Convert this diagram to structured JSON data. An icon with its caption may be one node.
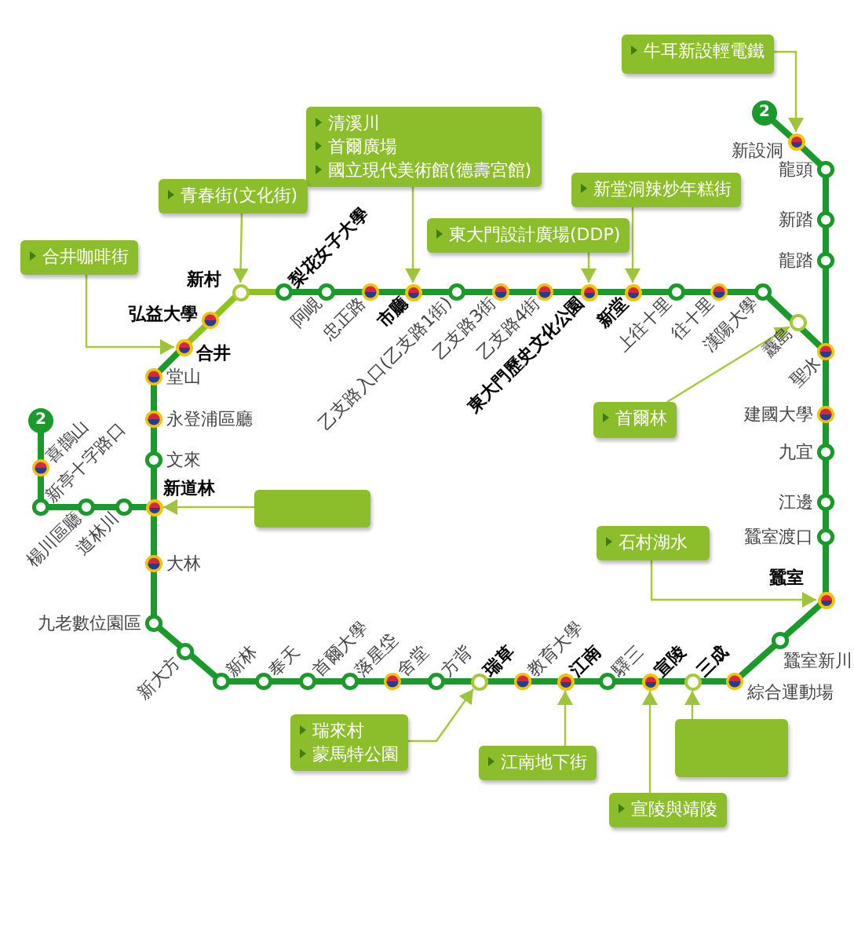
{
  "diagram": {
    "nodes": [
      {
        "text": [
          "牛耳新設輕電鐵"
        ]
      },
      {
        "text": [
          "清溪川",
          "首爾廣場",
          "國立現代美術館(德壽宮館)"
        ]
      },
      {
        "text": [
          "新堂洞辣炒年糕街"
        ]
      },
      {
        "text": [
          "青春街(文化街)"
        ]
      },
      {
        "text": [
          "東大門設計廣場(DDP)"
        ]
      },
      {
        "text": [
          "合井咖啡街"
        ]
      },
      {
        "text": [
          "首爾林"
        ]
      },
      {
        "text": [
          "石村湖水"
        ]
      },
      {
        "text": [],
        "shape": "box"
      },
      {
        "text": [
          "瑞來村",
          "蒙馬特公園"
        ]
      },
      {
        "text": [
          "江南地下街"
        ]
      },
      {
        "text": [],
        "shape": "box"
      },
      {
        "text": [
          "宣陵與靖陵"
        ]
      },
      {
        "text": [],
        "shape": "circle",
        "beside": [
          "新設洞"
        ]
      },
      {
        "text": [],
        "shape": "circle",
        "beside": [
          "市廳"
        ]
      },
      {
        "text": [],
        "shape": "circle",
        "beside": [
          "新堂"
        ]
      },
      {
        "text": [],
        "shape": "circle",
        "beside": [
          "新村"
        ]
      },
      {
        "text": [],
        "shape": "circle",
        "beside": [
          "東大門歷史文化公園"
        ]
      },
      {
        "text": [],
        "shape": "circle",
        "beside": [
          "合井"
        ]
      },
      {
        "text": [],
        "shape": "circle",
        "beside": [
          "纛島"
        ]
      },
      {
        "text": [],
        "shape": "circle",
        "beside": [
          "蠶室"
        ]
      },
      {
        "text": [],
        "shape": "circle",
        "beside": [
          "新道林"
        ]
      },
      {
        "text": [],
        "shape": "circle",
        "beside": [
          "瑞草"
        ]
      },
      {
        "text": [],
        "shape": "circle",
        "beside": [
          "江南"
        ]
      },
      {
        "text": [],
        "shape": "circle",
        "beside": [
          "三成"
        ]
      },
      {
        "text": [],
        "shape": "circle",
        "beside": [
          "宣陵"
        ]
      }
    ],
    "edges": [
      {
        "from": 0,
        "to": 13,
        "arrow": "to"
      },
      {
        "from": 1,
        "to": 14,
        "arrow": "to"
      },
      {
        "from": 2,
        "to": 15,
        "arrow": "to"
      },
      {
        "from": 3,
        "to": 16,
        "arrow": "to"
      },
      {
        "from": 4,
        "to": 17,
        "arrow": "to"
      },
      {
        "from": 5,
        "to": 18,
        "arrow": "to"
      },
      {
        "from": 6,
        "to": 19,
        "arrow": "to"
      },
      {
        "from": 7,
        "to": 20,
        "arrow": "to"
      },
      {
        "from": 8,
        "to": 21,
        "arrow": "to"
      },
      {
        "from": 9,
        "to": 22,
        "arrow": "to"
      },
      {
        "from": 10,
        "to": 23,
        "arrow": "to"
      },
      {
        "from": 11,
        "to": 24,
        "arrow": "to"
      },
      {
        "from": 12,
        "to": 25,
        "arrow": "to"
      }
    ],
    "labels": [
      "2",
      "龍頭",
      "新踏",
      "龍踏",
      "梨花女子大學",
      "弘益大學",
      "阿峴",
      "忠正路",
      "乙支路入口(乙支路1街)",
      "乙支路3街",
      "乙支路4街",
      "上往十里",
      "往十里",
      "漢陽大學",
      "聖水",
      "堂山",
      "永登浦區廳",
      "2",
      "喜鵲山",
      "新亭十字路口",
      "建國大學",
      "文來",
      "九宜",
      "楊川區廳",
      "道林川",
      "江邊",
      "蠶室渡口",
      "大林",
      "九老數位園區",
      "新大方",
      "新林",
      "奉天",
      "首爾大學",
      "落星垈",
      "舍堂",
      "方背",
      "教育大學",
      "驛三",
      "蠶室新川",
      "綜合運動場"
    ]
  }
}
